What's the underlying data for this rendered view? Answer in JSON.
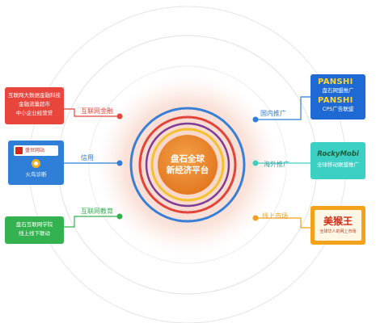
{
  "center": {
    "line1": "盘石全球",
    "line2": "新经济平台"
  },
  "branches": {
    "finance": "互联网金融",
    "credit": "信用",
    "education": "互联网教育",
    "domestic": "国内推广",
    "overseas": "海外推广",
    "commerce": "线上市场"
  },
  "cards": {
    "finance": [
      "互联网大数据金融科技",
      "金融流量超市",
      "中小企业经营贷"
    ],
    "credit": {
      "chip_label": "盛世网站",
      "caption": "火鸟诊断"
    },
    "education": [
      "盘石互联网学院",
      "线上线下联动"
    ],
    "domestic": {
      "logo1": "PANSHI",
      "caption1": "盘石网盟推广",
      "logo2": "PANSHI",
      "caption2": "CPS广告联盟"
    },
    "overseas": {
      "logo": "RockyMobi",
      "caption": "全球移动联盟推广"
    },
    "commerce": {
      "logo": "美猴王",
      "tagline": "全球华人的网上市场"
    }
  },
  "colors": {
    "red": "#e8453c",
    "blue": "#2f7fd8",
    "green": "#33b24f",
    "orange": "#f0a01e",
    "teal": "#3ccfc4",
    "navy": "#1f69d4",
    "center": "#e88a2a"
  }
}
